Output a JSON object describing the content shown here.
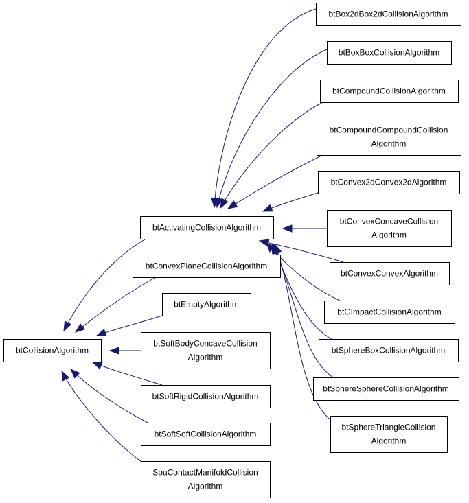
{
  "colors": {
    "edge": "#191970",
    "node_border": "#000000",
    "node_fill": "#ffffff",
    "background": "#ffffff"
  },
  "diagram": {
    "type": "inheritance-graph",
    "nodes": [
      {
        "id": "btCollisionAlgorithm",
        "lines": [
          "btCollisionAlgorithm"
        ]
      },
      {
        "id": "btActivatingCollisionAlgorithm",
        "lines": [
          "btActivatingCollisionAlgorithm"
        ]
      },
      {
        "id": "btConvexPlaneCollisionAlgorithm",
        "lines": [
          "btConvexPlaneCollisionAlgorithm"
        ]
      },
      {
        "id": "btEmptyAlgorithm",
        "lines": [
          "btEmptyAlgorithm"
        ]
      },
      {
        "id": "btSoftBodyConcaveCollisionAlgorithm",
        "lines": [
          "btSoftBodyConcaveCollision",
          "Algorithm"
        ]
      },
      {
        "id": "btSoftRigidCollisionAlgorithm",
        "lines": [
          "btSoftRigidCollisionAlgorithm"
        ]
      },
      {
        "id": "btSoftSoftCollisionAlgorithm",
        "lines": [
          "btSoftSoftCollisionAlgorithm"
        ]
      },
      {
        "id": "SpuContactManifoldCollisionAlgorithm",
        "lines": [
          "SpuContactManifoldCollision",
          "Algorithm"
        ]
      },
      {
        "id": "btBox2dBox2dCollisionAlgorithm",
        "lines": [
          "btBox2dBox2dCollisionAlgorithm"
        ]
      },
      {
        "id": "btBoxBoxCollisionAlgorithm",
        "lines": [
          "btBoxBoxCollisionAlgorithm"
        ]
      },
      {
        "id": "btCompoundCollisionAlgorithm",
        "lines": [
          "btCompoundCollisionAlgorithm"
        ]
      },
      {
        "id": "btCompoundCompoundCollisionAlgorithm",
        "lines": [
          "btCompoundCompoundCollision",
          "Algorithm"
        ]
      },
      {
        "id": "btConvex2dConvex2dAlgorithm",
        "lines": [
          "btConvex2dConvex2dAlgorithm"
        ]
      },
      {
        "id": "btConvexConcaveCollisionAlgorithm",
        "lines": [
          "btConvexConcaveCollision",
          "Algorithm"
        ]
      },
      {
        "id": "btConvexConvexAlgorithm",
        "lines": [
          "btConvexConvexAlgorithm"
        ]
      },
      {
        "id": "btGImpactCollisionAlgorithm",
        "lines": [
          "btGImpactCollisionAlgorithm"
        ]
      },
      {
        "id": "btSphereBoxCollisionAlgorithm",
        "lines": [
          "btSphereBoxCollisionAlgorithm"
        ]
      },
      {
        "id": "btSphereSphereCollisionAlgorithm",
        "lines": [
          "btSphereSphereCollisionAlgorithm"
        ]
      },
      {
        "id": "btSphereTriangleCollisionAlgorithm",
        "lines": [
          "btSphereTriangleCollision",
          "Algorithm"
        ]
      }
    ],
    "edges": [
      {
        "from": "btActivatingCollisionAlgorithm",
        "to": "btCollisionAlgorithm"
      },
      {
        "from": "btConvexPlaneCollisionAlgorithm",
        "to": "btCollisionAlgorithm"
      },
      {
        "from": "btEmptyAlgorithm",
        "to": "btCollisionAlgorithm"
      },
      {
        "from": "btSoftBodyConcaveCollisionAlgorithm",
        "to": "btCollisionAlgorithm"
      },
      {
        "from": "btSoftRigidCollisionAlgorithm",
        "to": "btCollisionAlgorithm"
      },
      {
        "from": "btSoftSoftCollisionAlgorithm",
        "to": "btCollisionAlgorithm"
      },
      {
        "from": "SpuContactManifoldCollisionAlgorithm",
        "to": "btCollisionAlgorithm"
      },
      {
        "from": "btBox2dBox2dCollisionAlgorithm",
        "to": "btActivatingCollisionAlgorithm"
      },
      {
        "from": "btBoxBoxCollisionAlgorithm",
        "to": "btActivatingCollisionAlgorithm"
      },
      {
        "from": "btCompoundCollisionAlgorithm",
        "to": "btActivatingCollisionAlgorithm"
      },
      {
        "from": "btCompoundCompoundCollisionAlgorithm",
        "to": "btActivatingCollisionAlgorithm"
      },
      {
        "from": "btConvex2dConvex2dAlgorithm",
        "to": "btActivatingCollisionAlgorithm"
      },
      {
        "from": "btConvexConcaveCollisionAlgorithm",
        "to": "btActivatingCollisionAlgorithm"
      },
      {
        "from": "btConvexConvexAlgorithm",
        "to": "btActivatingCollisionAlgorithm"
      },
      {
        "from": "btGImpactCollisionAlgorithm",
        "to": "btActivatingCollisionAlgorithm"
      },
      {
        "from": "btSphereBoxCollisionAlgorithm",
        "to": "btActivatingCollisionAlgorithm"
      },
      {
        "from": "btSphereSphereCollisionAlgorithm",
        "to": "btActivatingCollisionAlgorithm"
      },
      {
        "from": "btSphereTriangleCollisionAlgorithm",
        "to": "btActivatingCollisionAlgorithm"
      }
    ]
  }
}
